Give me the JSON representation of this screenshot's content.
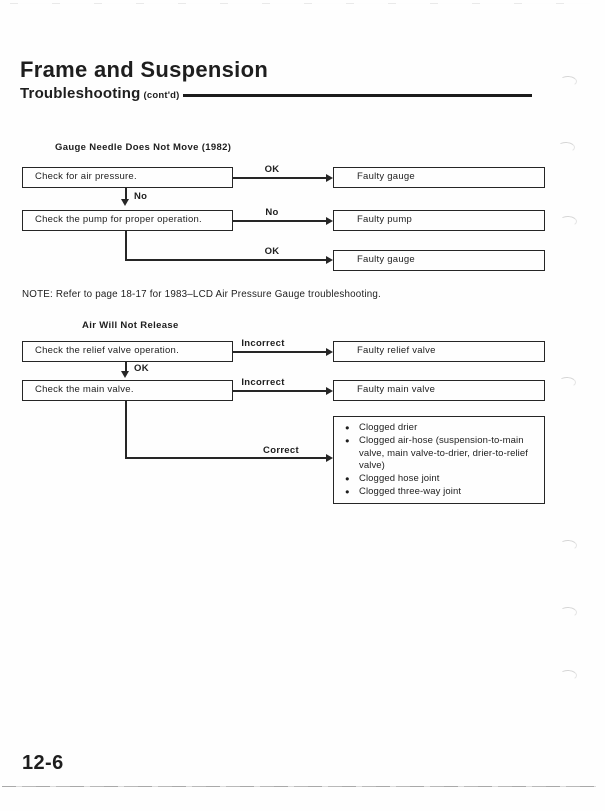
{
  "header": {
    "title": "Frame and Suspension",
    "subtitle": "Troubleshooting",
    "subtitle_note": "(cont'd)"
  },
  "chart1": {
    "caption": "Gauge Needle Does Not Move (1982)",
    "step1": "Check for air pressure.",
    "step2": "Check the pump for proper operation.",
    "result1": "Faulty gauge",
    "result2": "Faulty pump",
    "result3": "Faulty gauge",
    "edge_step1_result1": "OK",
    "edge_step1_step2": "No",
    "edge_step2_result2": "No",
    "edge_step2_result3": "OK"
  },
  "note": "NOTE:  Refer to page 18-17 for 1983–LCD Air Pressure Gauge troubleshooting.",
  "chart2": {
    "caption": "Air Will Not Release",
    "step1": "Check the relief valve operation.",
    "step2": "Check the main valve.",
    "result1": "Faulty relief valve",
    "result2": "Faulty main valve",
    "edge_step1_result1": "Incorrect",
    "edge_step1_step2": "OK",
    "edge_step2_result2": "Incorrect",
    "edge_step2_result3": "Correct",
    "result3_items": [
      "Clogged drier",
      "Clogged air-hose (suspension-to-main valve, main valve-to-drier, drier-to-relief valve)",
      "Clogged hose joint",
      "Clogged three-way joint"
    ]
  },
  "footer": {
    "page_number": "12-6"
  }
}
